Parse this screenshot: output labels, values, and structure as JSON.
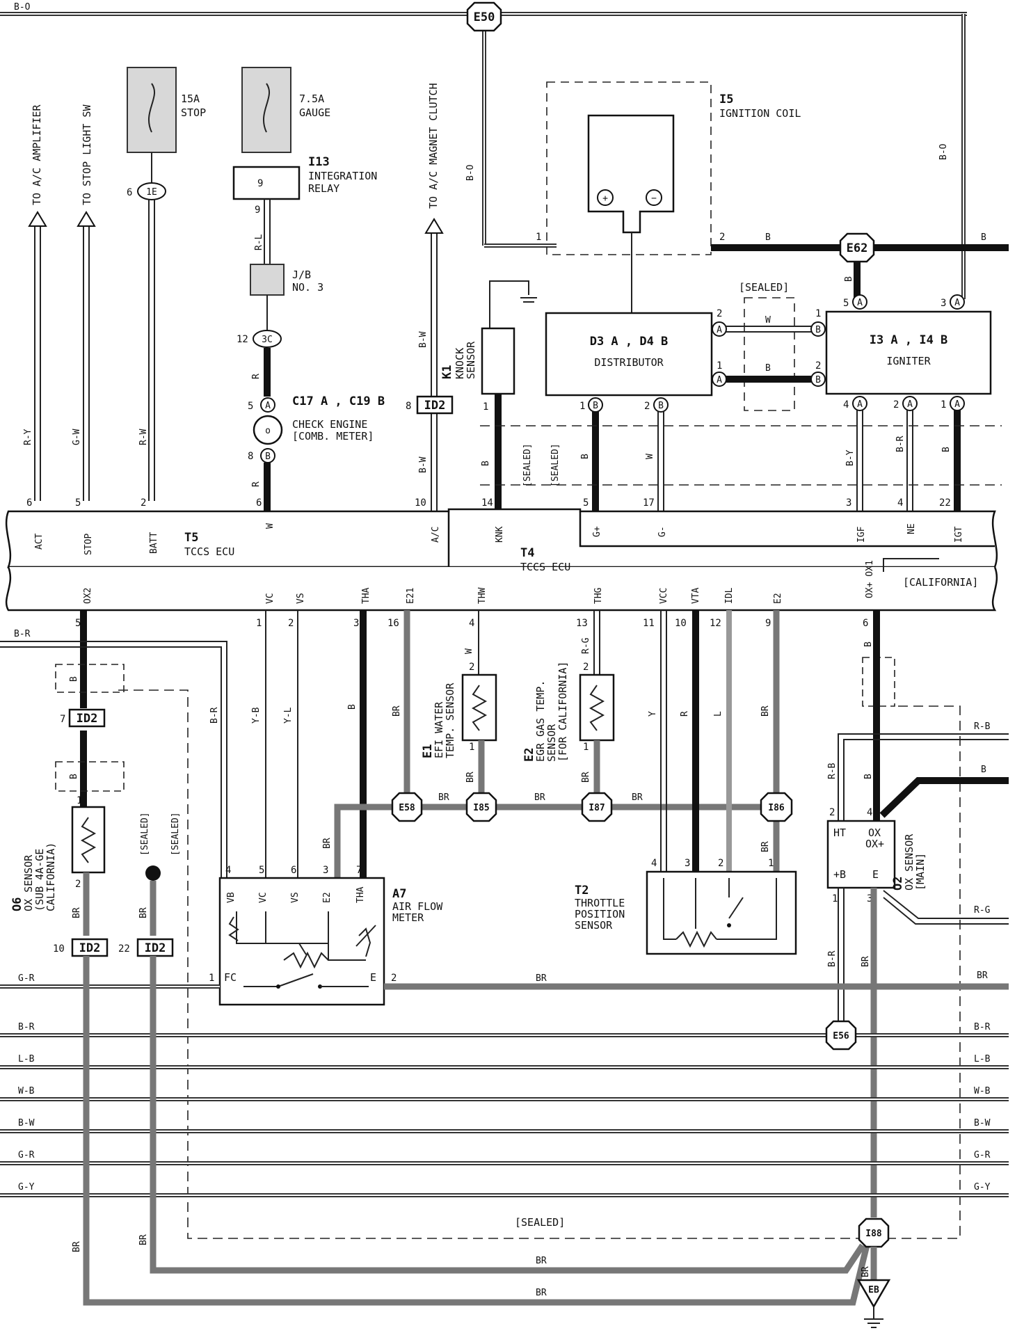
{
  "bus_wires": {
    "top": "B-O",
    "left_br": "B-R",
    "gr": "G-R",
    "br": "B-R",
    "lb": "L-B",
    "wb": "W-B",
    "bw": "B-W",
    "gr2": "G-R",
    "gy": "G-Y",
    "right_rb": "R-B",
    "right_b": "B",
    "right_rg": "R-G",
    "right_br": "BR",
    "right_br2": "B-R",
    "right_lb": "L-B",
    "right_wb": "W-B",
    "right_bw": "B-W",
    "right_gr": "G-R",
    "right_gy": "G-Y"
  },
  "destinations": {
    "ac_amp": "TO A/C AMPLIFIER",
    "stop_sw": "TO STOP LIGHT SW",
    "ac_clutch": "TO A/C MAGNET CLUTCH"
  },
  "fuses": {
    "stop_amp": "15A",
    "stop_name": "STOP",
    "gauge_amp": "7.5A",
    "gauge_name": "GAUGE"
  },
  "components": {
    "integration_relay_id": "I13",
    "integration_relay_name1": "INTEGRATION",
    "integration_relay_name2": "RELAY",
    "jb_name1": "J/B",
    "jb_name2": "NO. 3",
    "check_engine_id": "C17 A , C19 B",
    "check_engine_name1": "CHECK ENGINE",
    "check_engine_name2": "[COMB. METER]",
    "ignition_coil_id": "I5",
    "ignition_coil_name": "IGNITION COIL",
    "distributor_id": "D3 A , D4 B",
    "distributor_name": "DISTRIBUTOR",
    "igniter_id": "I3 A , I4 B",
    "igniter_name": "IGNITER",
    "knock_sensor_id": "K1",
    "knock_sensor_name1": "KNOCK",
    "knock_sensor_name2": "SENSOR",
    "ecu_t5_id": "T5",
    "ecu_t5_name": "TCCS ECU",
    "ecu_t4_id": "T4",
    "ecu_t4_name": "TCCS ECU",
    "water_temp_id": "E1",
    "water_temp_name1": "EFI WATER",
    "water_temp_name2": "TEMP. SENSOR",
    "egr_temp_id": "E2",
    "egr_temp_name1": "EGR GAS TEMP.",
    "egr_temp_name2": "SENSOR",
    "egr_temp_name3": "[FOR CALIFORNIA]",
    "air_flow_id": "A7",
    "air_flow_name1": "AIR FLOW",
    "air_flow_name2": "METER",
    "throttle_id": "T2",
    "throttle_name1": "THROTTLE",
    "throttle_name2": "POSITION",
    "throttle_name3": "SENSOR",
    "ox_sub_id": "O6",
    "ox_sub_name1": "OX SENSOR",
    "ox_sub_name2": "(SUB 4A-GE",
    "ox_sub_name3": "CALIFORNIA)",
    "ox_main_id": "O2",
    "ox_main_name1": "OX SENSOR",
    "ox_main_name2": "[MAIN]"
  },
  "connectors": {
    "e50": "E50",
    "e62": "E62",
    "e58": "E58",
    "i85": "I85",
    "i87": "I87",
    "i86": "I86",
    "e56": "E56",
    "i88": "I88",
    "eb": "EB",
    "id2": "ID2",
    "c1e": "1E",
    "c3c": "3C"
  },
  "ecu_top_pins": {
    "act": "ACT",
    "stop": "STOP",
    "batt": "BATT",
    "w": "W",
    "ac": "A/C",
    "knk": "KNK",
    "gplus": "G+",
    "gminus": "G-",
    "igf": "IGF",
    "ne": "NE",
    "igt": "IGT"
  },
  "ecu_bottom_pins": {
    "ox2": "OX2",
    "vc": "VC",
    "vs": "VS",
    "tha": "THA",
    "e21": "E21",
    "thw": "THW",
    "thg": "THG",
    "vcc": "VCC",
    "vta": "VTA",
    "idl": "IDL",
    "e2": "E2",
    "ox1": "OX+ OX1"
  },
  "notes": {
    "sealed": "[SEALED]",
    "california": "[CALIFORNIA]"
  },
  "afm_pins": {
    "vb": "VB",
    "vc": "VC",
    "vs": "VS",
    "e2": "E2",
    "tha": "THA",
    "fc": "FC",
    "e": "E"
  },
  "ox_main_pins": {
    "ht": "HT",
    "ox": "OX",
    "oxp": "OX+",
    "pb": "+B",
    "e": "E"
  }
}
